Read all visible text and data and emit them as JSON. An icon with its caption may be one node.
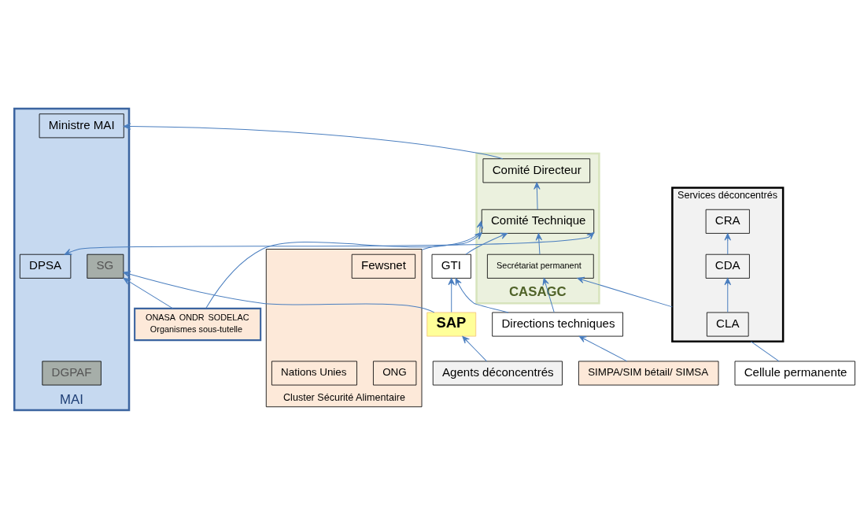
{
  "diagram": {
    "nodes": [
      {
        "text": [
          "MAI"
        ]
      },
      {
        "text": [
          "Ministre MAI"
        ],
        "in": 0
      },
      {
        "text": [
          "SG"
        ],
        "in": 0
      },
      {
        "text": [
          "DGPAF"
        ],
        "in": 0
      },
      {
        "text": [
          "DPSA"
        ],
        "in": 0
      },
      {
        "text": [
          "ONASA",
          "ONDR",
          "SODELAC",
          "Organismes sous-tutelle"
        ]
      },
      {
        "text": [
          "CASAGC"
        ]
      },
      {
        "text": [
          "Comité Directeur"
        ],
        "in": 6
      },
      {
        "text": [
          "Comité Technique"
        ],
        "in": 6
      },
      {
        "text": [
          "Secrétariat permanent"
        ],
        "in": 6
      },
      {
        "text": [
          "GTI"
        ]
      },
      {
        "text": [
          "SAP"
        ]
      },
      {
        "text": [
          "Services déconcentrés"
        ]
      },
      {
        "text": [
          "CRA"
        ],
        "in": 12
      },
      {
        "text": [
          "CDA"
        ],
        "in": 12
      },
      {
        "text": [
          "CLA"
        ],
        "in": 12
      },
      {
        "text": [
          "Cluster Sécurité Alimentaire"
        ]
      },
      {
        "text": [
          "ONG"
        ],
        "in": 16
      },
      {
        "text": [
          "Nations Unies"
        ],
        "in": 16
      },
      {
        "text": [
          "Fewsnet"
        ],
        "in": 16
      },
      {
        "text": [
          "Agents déconcentrés"
        ]
      },
      {
        "text": [
          "Directions techniques"
        ]
      },
      {
        "text": [
          "SIMPA/SIM bétail/ SIMSA"
        ]
      },
      {
        "text": [
          "Cellule permanente"
        ]
      }
    ],
    "edges": [
      {
        "from": 7,
        "to": 1,
        "arrow": "to"
      },
      {
        "from": 5,
        "to": 2,
        "arrow": "to"
      },
      {
        "from": 11,
        "to": 2,
        "arrow": "to"
      },
      {
        "from": 5,
        "to": 8,
        "arrow": "to"
      },
      {
        "from": 4,
        "to": 8,
        "arrow": "both"
      },
      {
        "from": 16,
        "to": 8,
        "arrow": "to"
      },
      {
        "from": 10,
        "to": 8,
        "arrow": "to"
      },
      {
        "from": 11,
        "to": 10,
        "arrow": "to"
      },
      {
        "from": 20,
        "to": 11,
        "arrow": "to"
      },
      {
        "from": 21,
        "to": 10,
        "arrow": "to"
      },
      {
        "from": 21,
        "to": 9,
        "arrow": "to"
      },
      {
        "from": 22,
        "to": 21,
        "arrow": "to"
      },
      {
        "from": 8,
        "to": 7,
        "arrow": "to"
      },
      {
        "from": 9,
        "to": 8,
        "arrow": "to"
      },
      {
        "from": 12,
        "to": 9,
        "arrow": "to"
      },
      {
        "from": 15,
        "to": 14,
        "arrow": "to"
      },
      {
        "from": 14,
        "to": 13,
        "arrow": "to"
      },
      {
        "from": 23,
        "to": 12,
        "arrow": "none"
      }
    ]
  }
}
